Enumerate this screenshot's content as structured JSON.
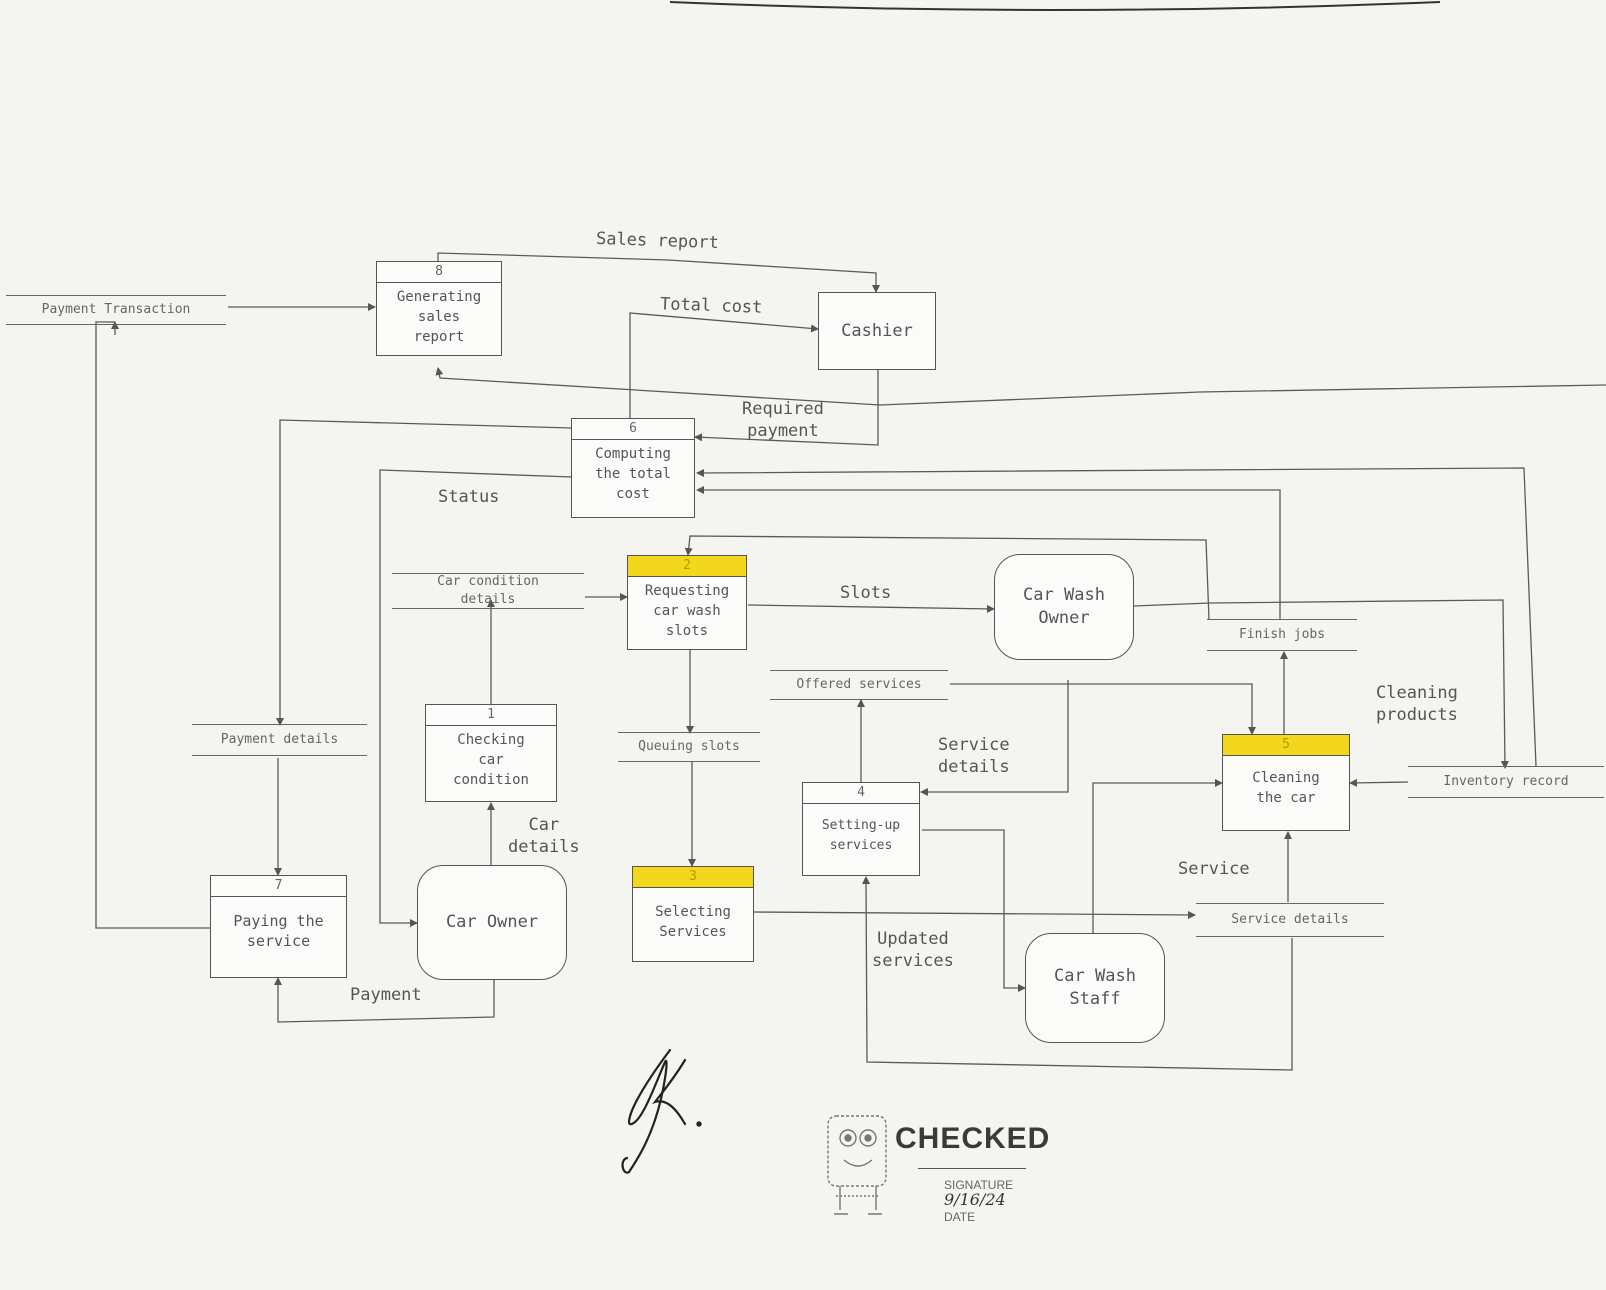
{
  "processes": [
    {
      "id": "p8",
      "num": "8",
      "label": "Generating\nsales\nreport",
      "highlight": false
    },
    {
      "id": "p6",
      "num": "6",
      "label": "Computing\nthe total\ncost",
      "highlight": false
    },
    {
      "id": "p2",
      "num": "2",
      "label": "Requesting\ncar wash\nslots",
      "highlight": true
    },
    {
      "id": "p1",
      "num": "1",
      "label": "Checking\ncar\ncondition",
      "highlight": false
    },
    {
      "id": "p3",
      "num": "3",
      "label": "Selecting\nServices",
      "highlight": true
    },
    {
      "id": "p4",
      "num": "4",
      "label": "Setting-up\nservices",
      "highlight": false
    },
    {
      "id": "p5",
      "num": "5",
      "label": "Cleaning\nthe car",
      "highlight": true
    },
    {
      "id": "p7",
      "num": "7",
      "label": "Paying the\nservice",
      "highlight": false
    }
  ],
  "entities": {
    "cashier": "Cashier",
    "car_wash_owner": "Car Wash\nOwner",
    "car_owner": "Car Owner",
    "car_wash_staff": "Car Wash\nStaff"
  },
  "stores": {
    "payment_transaction": "Payment Transaction",
    "car_condition_details": "Car condition\ndetails",
    "payment_details": "Payment details",
    "queuing_slots": "Queuing slots",
    "offered_services": "Offered services",
    "finish_jobs": "Finish jobs",
    "inventory_record": "Inventory record",
    "service_details": "Service details"
  },
  "flows": {
    "sales_report": "Sales report",
    "total_cost": "Total cost",
    "required_payment": "Required\npayment",
    "status": "Status",
    "slots": "Slots",
    "car_details": "Car\ndetails",
    "service_details": "Service\ndetails",
    "cleaning_products": "Cleaning\nproducts",
    "service": "Service",
    "updated_services": "Updated\nservices",
    "payment": "Payment"
  },
  "stamp": {
    "word": "CHECKED",
    "signature_label": "SIGNATURE",
    "date_label": "DATE",
    "date_value": "9/16/24"
  },
  "colors": {
    "highlight": "#f2d71c",
    "line": "#555555"
  }
}
